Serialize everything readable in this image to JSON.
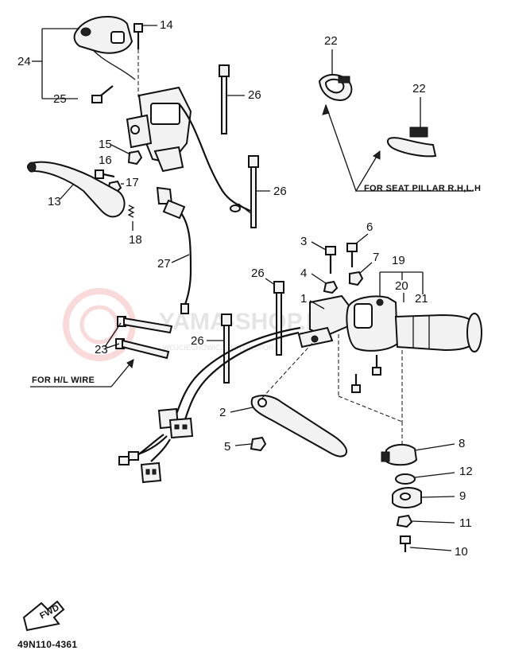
{
  "callouts": {
    "c1": "1",
    "c2": "2",
    "c3": "3",
    "c4": "4",
    "c5": "5",
    "c6": "6",
    "c7": "7",
    "c8": "8",
    "c9": "9",
    "c10": "10",
    "c11": "11",
    "c12": "12",
    "c13": "13",
    "c14": "14",
    "c15": "15",
    "c16": "16",
    "c17": "17",
    "c18": "18",
    "c19": "19",
    "c20": "20",
    "c21": "21",
    "c22a": "22",
    "c22b": "22",
    "c23": "23",
    "c24": "24",
    "c25": "25",
    "c26a": "26",
    "c26b": "26",
    "c26c": "26",
    "c26d": "26",
    "c27": "27"
  },
  "notes": {
    "seat_pillar": "FOR SEAT PILLAR R.H,L.H",
    "hl_wire": "FOR H/L WIRE",
    "fwd": "FWD",
    "diagram_code": "49N110-4361",
    "watermark": "YAMA-SHOP.PL",
    "watermark_sub": "WOJCIECHOWICZ MOTORSPORT"
  }
}
